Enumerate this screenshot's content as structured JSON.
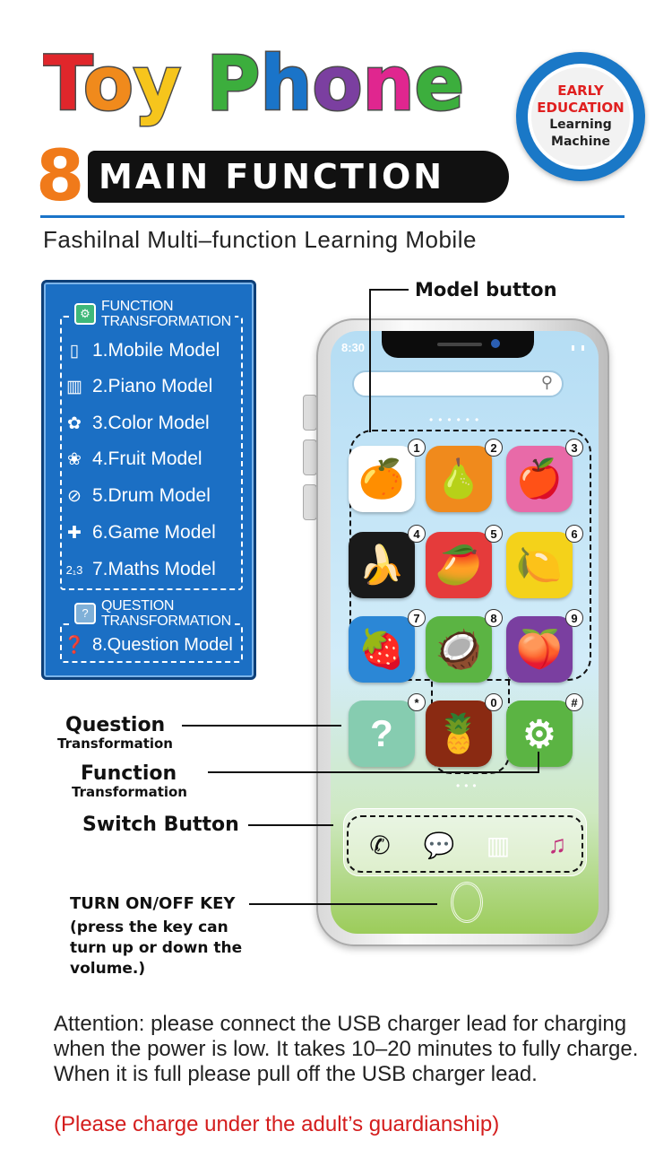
{
  "header": {
    "title": "Toy Phone",
    "title_colors": [
      "#e0262b",
      "#f08a1c",
      "#f6c51c",
      "#3cae3d",
      "#1a74c9",
      "#7b3fa0",
      "#e0268f",
      "#3cae3d",
      "#e0262b"
    ],
    "badge": {
      "line1": "EARLY",
      "line2": "EDUCATION",
      "line3": "Learning",
      "line4": "Machine"
    },
    "number": "8",
    "banner": "MAIN FUNCTION",
    "subtitle": "Fashilnal Multi–function Learning Mobile"
  },
  "panel": {
    "function_header": {
      "icon": "gear-icon",
      "line1": "FUNCTION",
      "line2": "TRANSFORMATION"
    },
    "items": [
      {
        "icon": "mobile-icon",
        "label": "1.Mobile Model"
      },
      {
        "icon": "piano-icon",
        "label": "2.Piano Model"
      },
      {
        "icon": "palette-icon",
        "label": "3.Color Model"
      },
      {
        "icon": "grape-icon",
        "label": "4.Fruit Model"
      },
      {
        "icon": "drum-icon",
        "label": "5.Drum Model"
      },
      {
        "icon": "gamepad-icon",
        "label": "6.Game Model"
      },
      {
        "icon": "numbers-icon",
        "label": "7.Maths Model"
      }
    ],
    "question_header": {
      "icon": "question-icon",
      "line1": "QUESTION",
      "line2": "TRANSFORMATION"
    },
    "question_item": {
      "icon": "question-circle-icon",
      "label": "8.Question Model"
    }
  },
  "phone": {
    "clock": "8:30",
    "keys": [
      {
        "num": "1",
        "icon": "orange-icon",
        "color": "#ffffff"
      },
      {
        "num": "2",
        "icon": "pear-icon",
        "color": "#f08a1c"
      },
      {
        "num": "3",
        "icon": "apple-icon",
        "color": "#e86aa8"
      },
      {
        "num": "4",
        "icon": "banana-icon",
        "color": "#1a1a1a"
      },
      {
        "num": "5",
        "icon": "papaya-icon",
        "color": "#e53b3b"
      },
      {
        "num": "6",
        "icon": "lemon-icon",
        "color": "#f4d21a"
      },
      {
        "num": "7",
        "icon": "strawberry-icon",
        "color": "#2b87d6"
      },
      {
        "num": "8",
        "icon": "coconut-icon",
        "color": "#5bb443"
      },
      {
        "num": "9",
        "icon": "peach-icon",
        "color": "#7a3fa0"
      },
      {
        "num": "*",
        "icon": "question-icon",
        "color": "#86ccb0"
      },
      {
        "num": "0",
        "icon": "pineapple-icon",
        "color": "#8a2a12"
      },
      {
        "num": "#",
        "icon": "gear-icon",
        "color": "#5bb443"
      }
    ],
    "dock": [
      {
        "icon": "phone-icon",
        "color": "#7fc23a"
      },
      {
        "icon": "message-icon",
        "color": "#9fd2c4"
      },
      {
        "icon": "piano-icon",
        "color": "#111111"
      },
      {
        "icon": "music-note-icon",
        "color": "#ffffff"
      }
    ]
  },
  "labels": {
    "model_button": "Model button",
    "question": "Question",
    "question_sub": "Transformation",
    "function": "Function",
    "function_sub": "Transformation",
    "switch_button": "Switch Button",
    "on_off": "TURN ON/OFF KEY",
    "on_off_note1": "(press the key can",
    "on_off_note2": "turn up or down the",
    "on_off_note3": "volume.)"
  },
  "footer": {
    "attention": "Attention: please connect the USB charger lead for charging when the power is low. It takes 10–20 minutes to fully charge. When it is full please pull off the USB charger lead.",
    "guardianship": "(Please charge under the adult’s guardianship)"
  }
}
